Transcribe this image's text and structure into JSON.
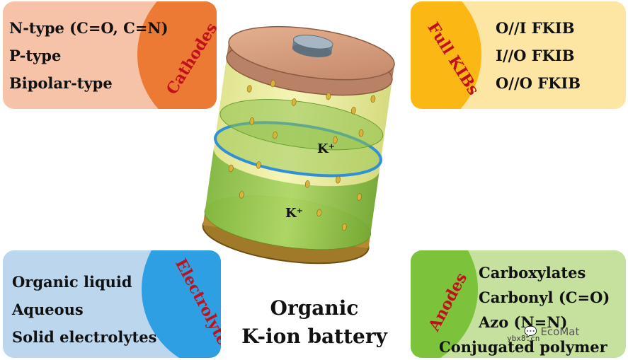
{
  "cathodes": {
    "label": "Cathodes",
    "items": [
      "N-type (C=O, C=N)",
      "P-type",
      "Bipolar-type"
    ],
    "color": "#f6c3a9",
    "accent": "#ec7a35"
  },
  "full_kibs": {
    "label": "Full KIBs",
    "items": [
      "O//I FKIB",
      "I//O FKIB",
      "O//O FKIB"
    ],
    "color": "#fde6a3",
    "accent": "#fbb814"
  },
  "electrolyte": {
    "label": "Electrolyte",
    "items": [
      "Organic liquid",
      "Aqueous",
      "Solid electrolytes"
    ],
    "color": "#bcd6ee",
    "accent": "#2f9fe3"
  },
  "anodes": {
    "label": "Anodes",
    "items": [
      "Carboxylates",
      "Carbonyl (C=O)",
      "Azo (N=N)",
      "Conjugated polymer"
    ],
    "color": "#c6e09e",
    "accent": "#7cc23a"
  },
  "battery": {
    "ion_top": "K⁺",
    "ion_bottom": "K⁺",
    "title_line1": "Organic",
    "title_line2": "K-ion battery"
  },
  "watermark": {
    "text": "EcoMat",
    "sub": "ybx8.cn"
  }
}
